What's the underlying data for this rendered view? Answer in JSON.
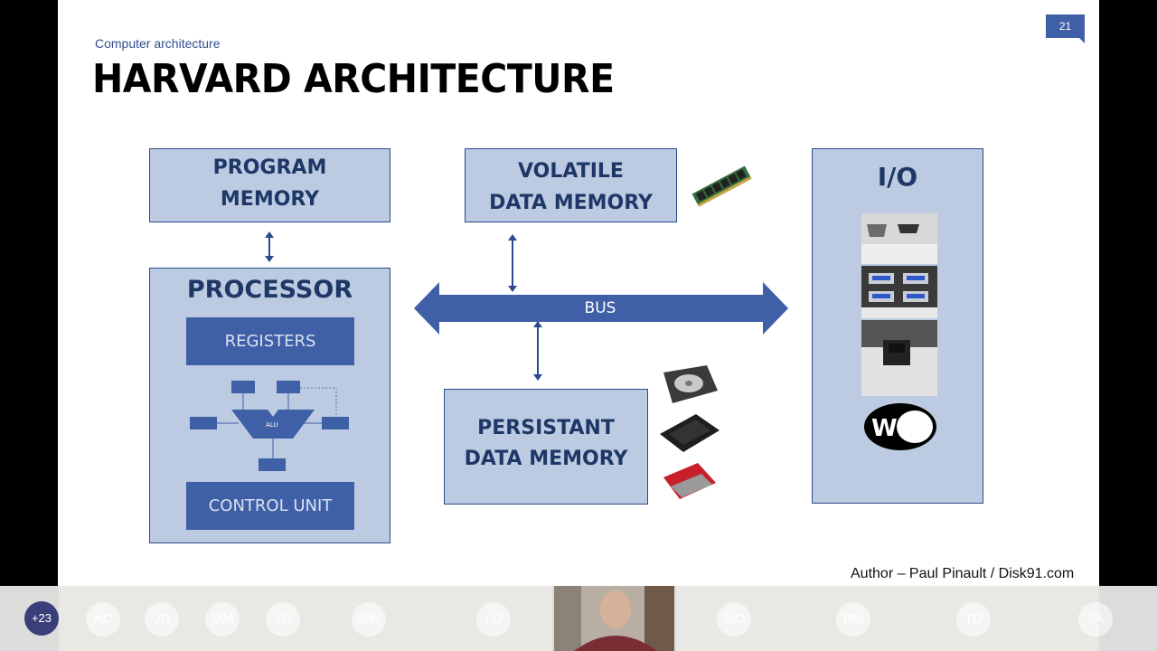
{
  "slide": {
    "subtitle": "Computer architecture",
    "title": "HARVARD ARCHITECTURE",
    "page_number": "21",
    "credit": "Author – Paul Pinault / Disk91.com"
  },
  "diagram": {
    "program_memory": [
      "PROGRAM",
      "MEMORY"
    ],
    "volatile_memory": [
      "VOLATILE",
      "DATA MEMORY"
    ],
    "persistant_memory": [
      "PERSISTANT",
      "DATA MEMORY"
    ],
    "processor": "PROCESSOR",
    "registers": "REGISTERS",
    "control_unit": "CONTROL UNIT",
    "alu": "ALU",
    "bus": "BUS",
    "io": "I/O",
    "wifi_logo": "WiFi"
  },
  "participants": {
    "more_count": "+23",
    "initials": [
      "AC",
      "JD",
      "MM",
      "YG",
      "MW",
      "LD",
      "MC",
      "BM",
      "TD",
      "JA"
    ]
  },
  "colors": {
    "box_fill": "#bccbe2",
    "inner_fill": "#3f5fa6",
    "title_text": "#1e3766"
  }
}
